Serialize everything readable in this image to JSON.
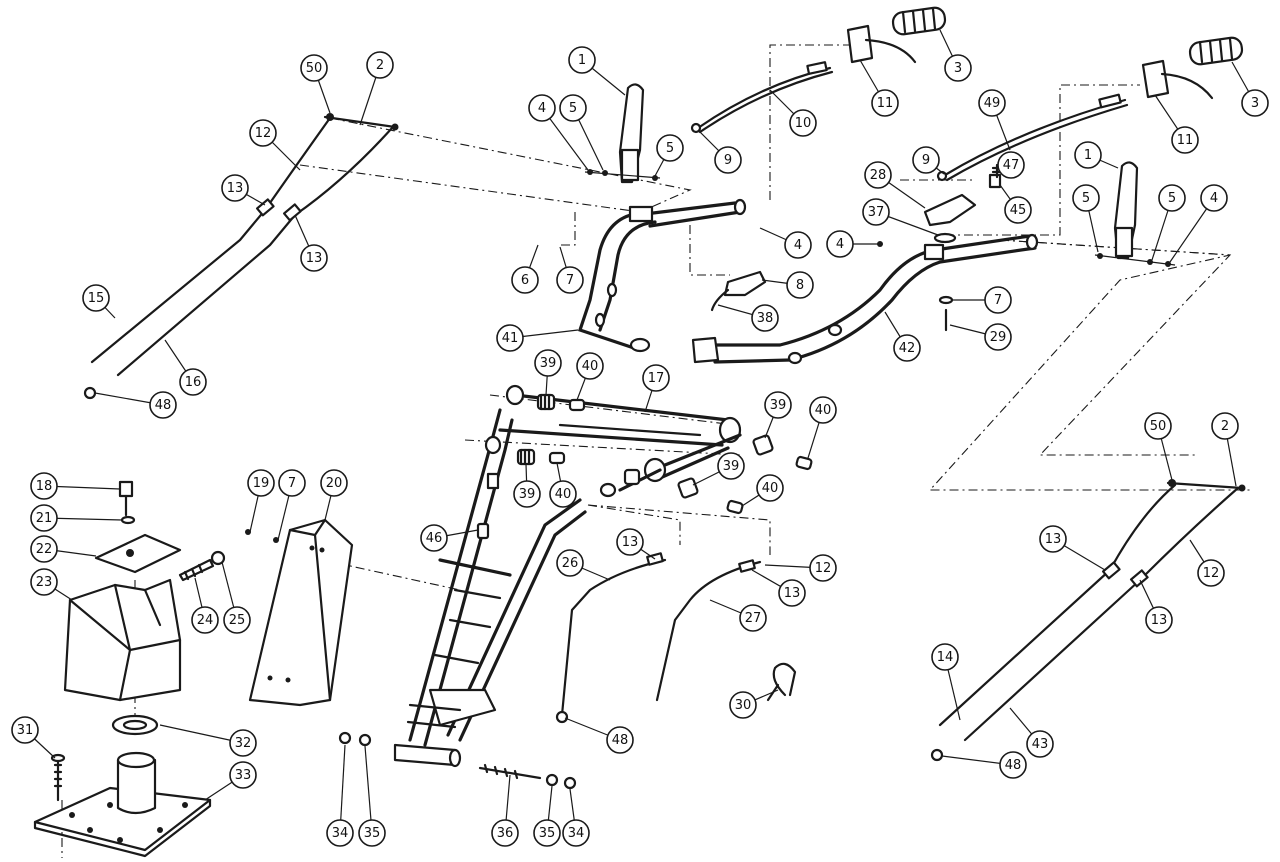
{
  "callouts": [
    {
      "n": "1"
    },
    {
      "n": "2"
    },
    {
      "n": "3"
    },
    {
      "n": "3"
    },
    {
      "n": "4"
    },
    {
      "n": "5"
    },
    {
      "n": "5"
    },
    {
      "n": "9"
    },
    {
      "n": "10"
    },
    {
      "n": "11"
    },
    {
      "n": "11"
    },
    {
      "n": "49"
    },
    {
      "n": "50"
    },
    {
      "n": "12"
    },
    {
      "n": "13"
    },
    {
      "n": "13"
    },
    {
      "n": "15"
    },
    {
      "n": "16"
    },
    {
      "n": "48"
    },
    {
      "n": "6"
    },
    {
      "n": "7"
    },
    {
      "n": "4"
    },
    {
      "n": "8"
    },
    {
      "n": "38"
    },
    {
      "n": "41"
    },
    {
      "n": "9"
    },
    {
      "n": "47"
    },
    {
      "n": "28"
    },
    {
      "n": "45"
    },
    {
      "n": "37"
    },
    {
      "n": "4"
    },
    {
      "n": "1"
    },
    {
      "n": "5"
    },
    {
      "n": "5"
    },
    {
      "n": "4"
    },
    {
      "n": "7"
    },
    {
      "n": "29"
    },
    {
      "n": "42"
    },
    {
      "n": "39"
    },
    {
      "n": "40"
    },
    {
      "n": "17"
    },
    {
      "n": "39"
    },
    {
      "n": "40"
    },
    {
      "n": "39"
    },
    {
      "n": "40"
    },
    {
      "n": "39"
    },
    {
      "n": "40"
    },
    {
      "n": "46"
    },
    {
      "n": "18"
    },
    {
      "n": "21"
    },
    {
      "n": "22"
    },
    {
      "n": "23"
    },
    {
      "n": "24"
    },
    {
      "n": "25"
    },
    {
      "n": "19"
    },
    {
      "n": "7"
    },
    {
      "n": "20"
    },
    {
      "n": "13"
    },
    {
      "n": "26"
    },
    {
      "n": "48"
    },
    {
      "n": "12"
    },
    {
      "n": "13"
    },
    {
      "n": "27"
    },
    {
      "n": "30"
    },
    {
      "n": "50"
    },
    {
      "n": "2"
    },
    {
      "n": "13"
    },
    {
      "n": "12"
    },
    {
      "n": "13"
    },
    {
      "n": "14"
    },
    {
      "n": "43"
    },
    {
      "n": "48"
    },
    {
      "n": "31"
    },
    {
      "n": "32"
    },
    {
      "n": "33"
    },
    {
      "n": "34"
    },
    {
      "n": "35"
    },
    {
      "n": "36"
    },
    {
      "n": "35"
    },
    {
      "n": "34"
    }
  ]
}
